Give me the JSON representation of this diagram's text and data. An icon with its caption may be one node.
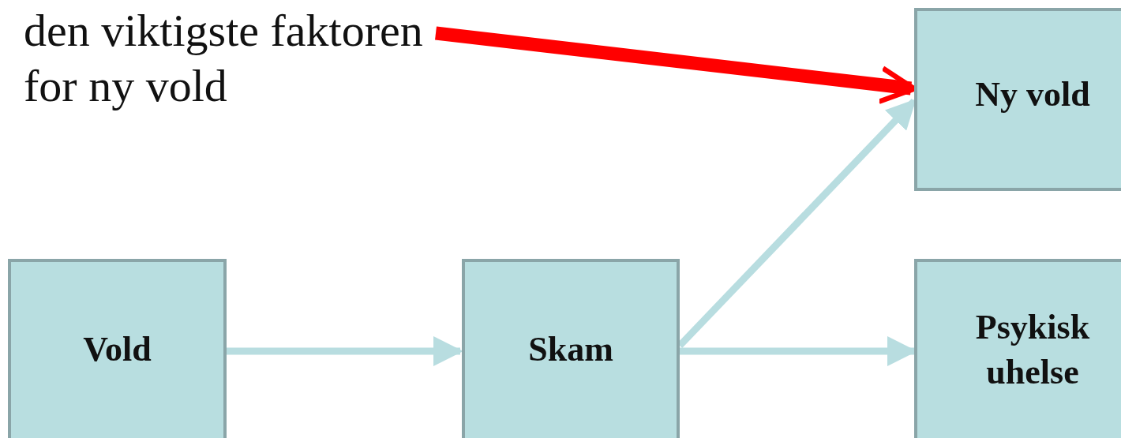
{
  "diagram": {
    "nodes": [
      {
        "text": [
          "den viktigste faktoren for ny vold"
        ]
      },
      {
        "text": [
          "Vold"
        ]
      },
      {
        "text": [
          "Skam"
        ]
      },
      {
        "text": [
          "Ny vold"
        ]
      },
      {
        "text": [
          "Psykisk uhelse"
        ]
      }
    ],
    "edges": [
      {
        "from": 1,
        "to": 2,
        "arrow": "to"
      },
      {
        "from": 2,
        "to": 3,
        "arrow": "to"
      },
      {
        "from": 2,
        "to": 4,
        "arrow": "to"
      },
      {
        "from": 0,
        "to": 3,
        "arrow": "to",
        "style": "thick",
        "color": "#ff0000"
      }
    ]
  }
}
